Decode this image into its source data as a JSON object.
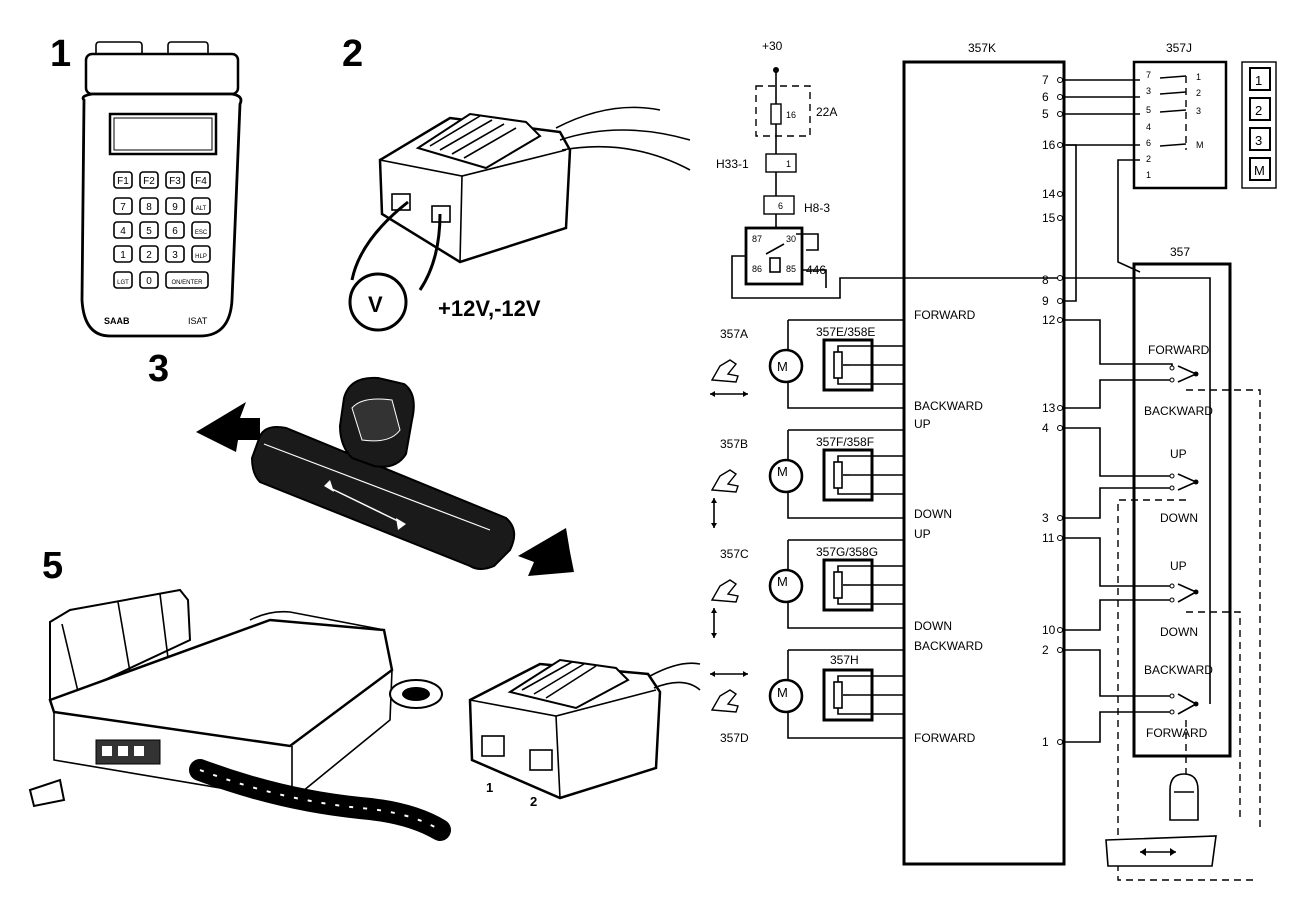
{
  "steps": {
    "step1": "1",
    "step2": "2",
    "step3": "3",
    "step5": "5"
  },
  "tester": {
    "brand": "SAAB",
    "model": "ISAT",
    "keys": [
      "F1",
      "F2",
      "F3",
      "F4",
      "7",
      "8",
      "9",
      "ALT",
      "4",
      "5",
      "6",
      "ESC",
      "1",
      "2",
      "3",
      "HLP",
      "LGT",
      "0",
      "ON/ENTER"
    ]
  },
  "meter": {
    "symbol": "V",
    "voltage_label": "+12V,-12V"
  },
  "connector": {
    "pin1": "1",
    "pin2": "2"
  },
  "schematic": {
    "supply": "+30",
    "fuse": "22A",
    "fuse_num": "16",
    "h33": "H33-1",
    "h33_pin": "1",
    "h8": "H8-3",
    "h8_pin": "6",
    "relay": "446",
    "relay_pins": [
      "87",
      "30",
      "86",
      "85"
    ],
    "ecu": "357K",
    "switch": "357J",
    "panel": "357",
    "memory_buttons": [
      "1",
      "2",
      "3",
      "M"
    ],
    "switch_pins_left": [
      "7",
      "3",
      "5",
      "4",
      "6",
      "2",
      "1"
    ],
    "switch_pins_right": [
      "1",
      "2",
      "3",
      "M"
    ],
    "ecu_pins": {
      "p7": "7",
      "p6": "6",
      "p5": "5",
      "p16": "16",
      "p14": "14",
      "p15": "15",
      "p8": "8",
      "p9": "9",
      "p12": "12",
      "p13": "13",
      "p4": "4",
      "p3": "3",
      "p11": "11",
      "p10": "10",
      "p2": "2",
      "p1": "1"
    },
    "ecu_labels": {
      "forward1": "FORWARD",
      "backward1": "BACKWARD",
      "up1": "UP",
      "down1": "DOWN",
      "up2": "UP",
      "down2": "DOWN",
      "backward2": "BACKWARD",
      "forward2": "FORWARD"
    },
    "panel_labels": {
      "forward1": "FORWARD",
      "backward1": "BACKWARD",
      "up1": "UP",
      "down1": "DOWN",
      "up2": "UP",
      "down2": "DOWN",
      "backward2": "BACKWARD",
      "forward2": "FORWARD"
    },
    "motors": [
      {
        "id": "357A",
        "sensor": "357E/358E",
        "symbol": "M"
      },
      {
        "id": "357B",
        "sensor": "357F/358F",
        "symbol": "M"
      },
      {
        "id": "357C",
        "sensor": "357G/358G",
        "symbol": "M"
      },
      {
        "id": "357D",
        "sensor": "357H",
        "symbol": "M"
      }
    ]
  }
}
